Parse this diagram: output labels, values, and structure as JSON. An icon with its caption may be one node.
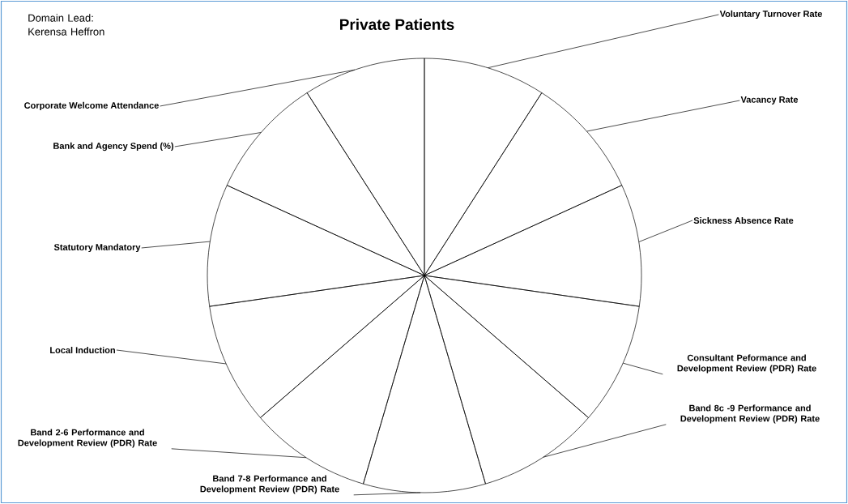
{
  "diagram": {
    "title": "Private Patients",
    "nodes": [
      {
        "text": [],
        "shape": "sector"
      },
      {
        "text": [],
        "shape": "sector"
      },
      {
        "text": [],
        "shape": "sector"
      },
      {
        "text": [],
        "shape": "sector"
      },
      {
        "text": [],
        "shape": "sector"
      },
      {
        "text": [],
        "shape": "sector"
      },
      {
        "text": [],
        "shape": "sector"
      },
      {
        "text": [],
        "shape": "sector"
      },
      {
        "text": [],
        "shape": "sector"
      },
      {
        "text": [],
        "shape": "sector"
      },
      {
        "text": [],
        "shape": "sector"
      },
      {
        "text": [
          "Voluntary Turnover Rate"
        ]
      },
      {
        "text": [
          "Vacancy Rate"
        ]
      },
      {
        "text": [
          "Corporate Welcome Attendance"
        ]
      },
      {
        "text": [
          "Bank and Agency Spend (%)"
        ]
      },
      {
        "text": [
          "Sickness Absence Rate"
        ]
      },
      {
        "text": [
          "Statutory Mandatory"
        ]
      },
      {
        "text": [
          "Local Induction"
        ]
      },
      {
        "text": [
          "Consultant Peformance and Development Review (PDR) Rate"
        ]
      },
      {
        "text": [
          "Band 8c -9 Performance and Development Review (PDR) Rate"
        ]
      },
      {
        "text": [
          "Band 2-6 Performance and Development Review (PDR) Rate"
        ]
      },
      {
        "text": [
          "Band 7-8 Performance and Development Review (PDR) Rate"
        ]
      }
    ],
    "edges": [
      {
        "from": 11,
        "to": 0,
        "arrow": "none"
      },
      {
        "from": 12,
        "to": 1,
        "arrow": "none"
      },
      {
        "from": 13,
        "to": 10,
        "arrow": "none"
      },
      {
        "from": 14,
        "to": 9,
        "arrow": "none"
      },
      {
        "from": 15,
        "to": 2,
        "arrow": "none"
      },
      {
        "from": 16,
        "to": 8,
        "arrow": "none"
      },
      {
        "from": 17,
        "to": 7,
        "arrow": "none"
      },
      {
        "from": 18,
        "to": 3,
        "arrow": "none"
      },
      {
        "from": 19,
        "to": 4,
        "arrow": "none"
      },
      {
        "from": 20,
        "to": 6,
        "arrow": "none"
      },
      {
        "from": 21,
        "to": 5,
        "arrow": "none"
      }
    ],
    "labels": [
      "Domain Lead: Kerensa Heffron"
    ]
  }
}
